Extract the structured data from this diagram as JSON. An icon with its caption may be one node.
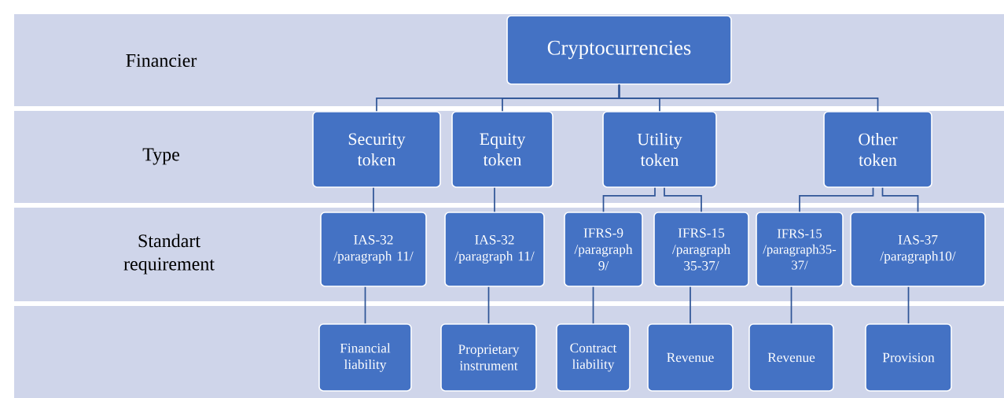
{
  "diagram": {
    "nodes": [
      {
        "text": [
          "Financier"
        ]
      },
      {
        "text": [
          "Cryptocurrencies"
        ],
        "in": 0
      },
      {
        "text": [
          "Type"
        ]
      },
      {
        "text": [
          "Security token"
        ],
        "in": 2
      },
      {
        "text": [
          "Equity token"
        ],
        "in": 2
      },
      {
        "text": [
          "Utility token"
        ],
        "in": 2
      },
      {
        "text": [
          "Other token"
        ],
        "in": 2
      },
      {
        "text": [
          "Standart requirement"
        ]
      },
      {
        "text": [
          "IAS-32 /paragraph 11/"
        ],
        "in": 7
      },
      {
        "text": [
          "IAS-32 /paragraph 11/"
        ],
        "in": 7
      },
      {
        "text": [
          "IFRS-9 /paragraph 9/"
        ],
        "in": 7
      },
      {
        "text": [
          "IFRS-15 /paragraph 35-37/"
        ],
        "in": 7
      },
      {
        "text": [
          "IFRS-15 /paragraph35-37/"
        ],
        "in": 7
      },
      {
        "text": [
          "IAS-37 /paragraph10/"
        ],
        "in": 7
      },
      {
        "text": [],
        "shape": "box"
      },
      {
        "text": [
          "Financial liability"
        ],
        "in": 14
      },
      {
        "text": [
          "Proprietary instrument"
        ],
        "in": 14
      },
      {
        "text": [
          "Contract liability"
        ],
        "in": 14
      },
      {
        "text": [
          "Revenue"
        ],
        "in": 14
      },
      {
        "text": [
          "Revenue"
        ],
        "in": 14
      },
      {
        "text": [
          "Provision"
        ],
        "in": 14
      }
    ],
    "edges": [
      {
        "from": 1,
        "to": 3,
        "arrow": "none"
      },
      {
        "from": 1,
        "to": 4,
        "arrow": "none"
      },
      {
        "from": 1,
        "to": 5,
        "arrow": "none"
      },
      {
        "from": 1,
        "to": 6,
        "arrow": "none"
      },
      {
        "from": 3,
        "to": 8,
        "arrow": "none"
      },
      {
        "from": 4,
        "to": 9,
        "arrow": "none"
      },
      {
        "from": 5,
        "to": 10,
        "arrow": "none"
      },
      {
        "from": 5,
        "to": 11,
        "arrow": "none"
      },
      {
        "from": 6,
        "to": 12,
        "arrow": "none"
      },
      {
        "from": 6,
        "to": 13,
        "arrow": "none"
      },
      {
        "from": 8,
        "to": 15,
        "arrow": "none"
      },
      {
        "from": 9,
        "to": 16,
        "arrow": "none"
      },
      {
        "from": 10,
        "to": 17,
        "arrow": "none"
      },
      {
        "from": 11,
        "to": 18,
        "arrow": "none"
      },
      {
        "from": 12,
        "to": 19,
        "arrow": "none"
      },
      {
        "from": 13,
        "to": 20,
        "arrow": "none"
      }
    ]
  }
}
